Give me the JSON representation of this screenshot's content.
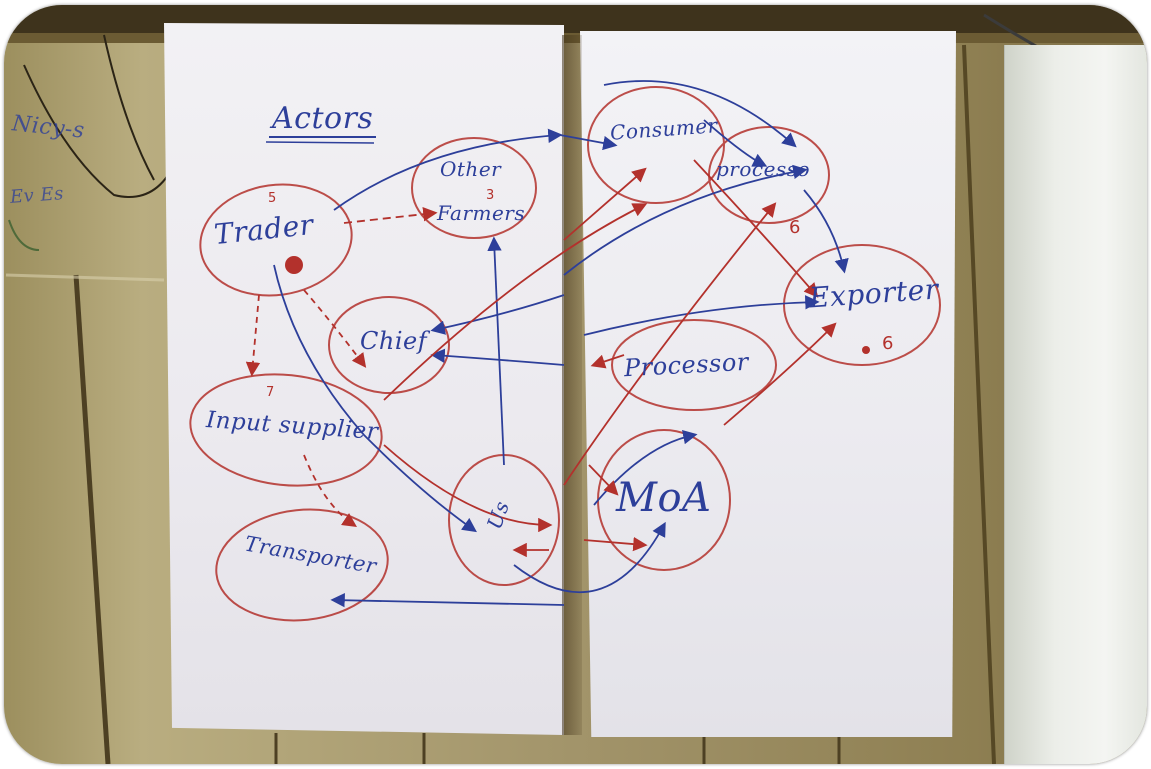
{
  "poster": {
    "title": "Actors",
    "nodes": [
      {
        "id": "trader",
        "label": "Trader",
        "count": "5"
      },
      {
        "id": "other-farmers",
        "label_line1": "Other",
        "label_line2": "Farmers",
        "count": "3"
      },
      {
        "id": "chief",
        "label": "Chief"
      },
      {
        "id": "input-supplier",
        "label": "Input supplier",
        "count": "7"
      },
      {
        "id": "transporter",
        "label": "Transporter"
      },
      {
        "id": "us",
        "label": "Us"
      },
      {
        "id": "consumer",
        "label": "Consumer"
      },
      {
        "id": "processor-top",
        "label": "processo",
        "count": "6"
      },
      {
        "id": "exporter",
        "label": "Exporter",
        "count": "6"
      },
      {
        "id": "processor",
        "label": "Processor"
      },
      {
        "id": "moa",
        "label": "MoA"
      }
    ]
  },
  "wall_marks": [
    "Nicy-s",
    "Ev Es"
  ],
  "colors": {
    "blue_ink": "#2d3f9a",
    "red_ink": "#b3312c",
    "wood_light": "#a89a6a",
    "wood_dark": "#5b4a27",
    "paper": "#efeef2"
  }
}
